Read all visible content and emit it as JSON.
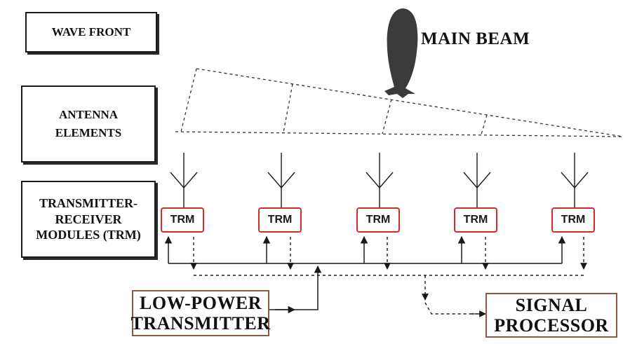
{
  "labels": {
    "wave_front": "WAVE FRONT",
    "main_beam": "MAIN BEAM",
    "antenna_elements": [
      "ANTENNA",
      "ELEMENTS"
    ],
    "trm_section": [
      "TRANSMITTER-",
      "RECEIVER",
      "MODULES (TRM)"
    ],
    "transmitter": [
      "LOW-POWER",
      "TRANSMITTER"
    ],
    "signal_processor": [
      "SIGNAL",
      "PROCESSOR"
    ]
  },
  "modules": [
    {
      "label": "TRM"
    },
    {
      "label": "TRM"
    },
    {
      "label": "TRM"
    },
    {
      "label": "TRM"
    },
    {
      "label": "TRM"
    }
  ],
  "colors": {
    "trm_border": "#d42a2a",
    "output_border": "#8a5a44",
    "line": "#1a1a1a",
    "beam": "#3a3a3a"
  }
}
